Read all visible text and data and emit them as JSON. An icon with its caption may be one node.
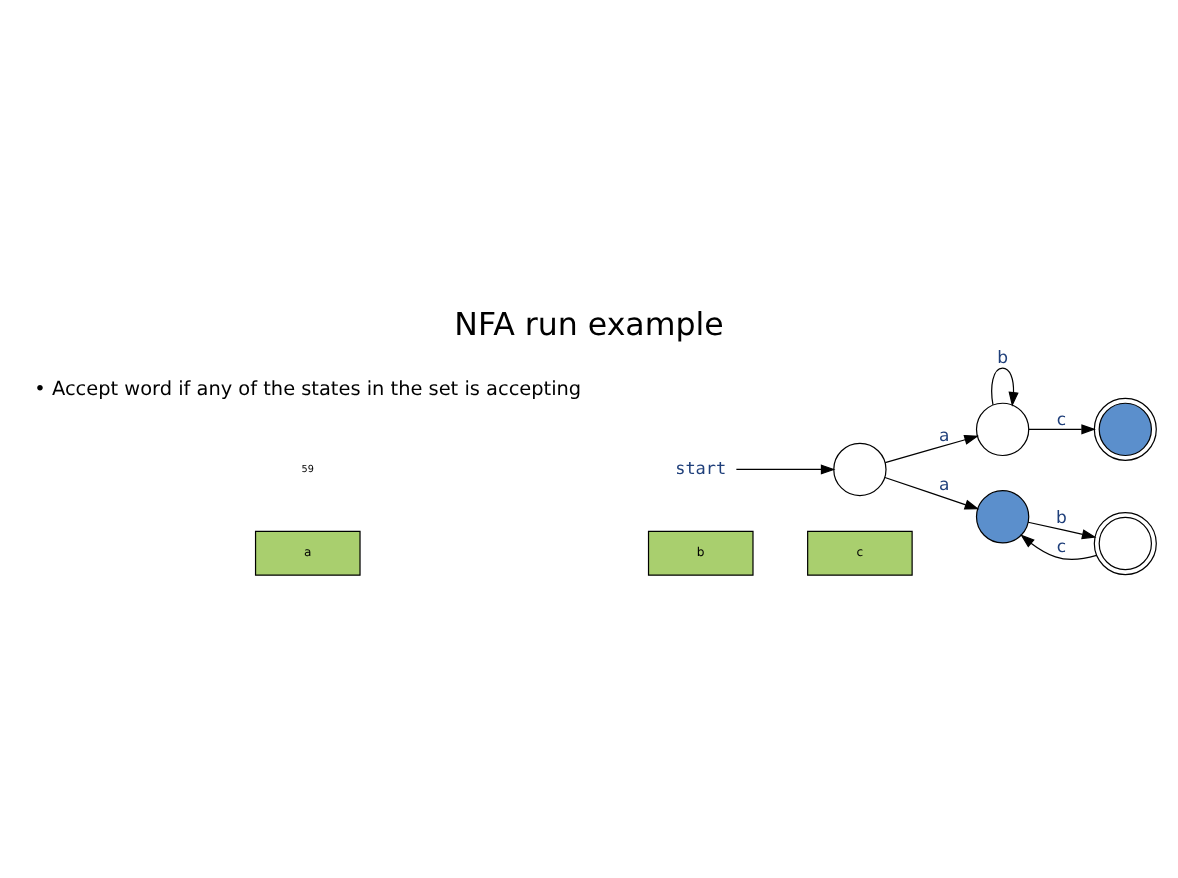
{
  "diagram": {
    "title": "NFA run example",
    "nodes": [
      {
        "text": [
          "a"
        ]
      },
      {
        "text": [
          "b"
        ]
      },
      {
        "text": [
          "c"
        ]
      },
      {
        "text": [
          "start"
        ]
      },
      {
        "text": [],
        "shape": "circle"
      },
      {
        "text": [],
        "shape": "circle"
      },
      {
        "text": [],
        "shape": "circle"
      },
      {
        "text": [],
        "shape": "circle"
      },
      {
        "text": [],
        "shape": "circle"
      }
    ],
    "edges": [
      {
        "from": 3,
        "to": 4,
        "arrow": "to"
      },
      {
        "from": 4,
        "to": 5,
        "label": "a",
        "arrow": "to"
      },
      {
        "from": 5,
        "to": 5,
        "label": "b",
        "arrow": "to"
      },
      {
        "from": 5,
        "to": 6,
        "label": "c",
        "arrow": "to"
      },
      {
        "from": 4,
        "to": 7,
        "label": "a",
        "arrow": "to"
      },
      {
        "from": 7,
        "to": 8,
        "label": "b",
        "arrow": "to"
      },
      {
        "from": 8,
        "to": 7,
        "label": "c",
        "arrow": "to"
      }
    ],
    "labels": [
      "• Accept word if any of the states in the set is accepting",
      "59"
    ]
  }
}
